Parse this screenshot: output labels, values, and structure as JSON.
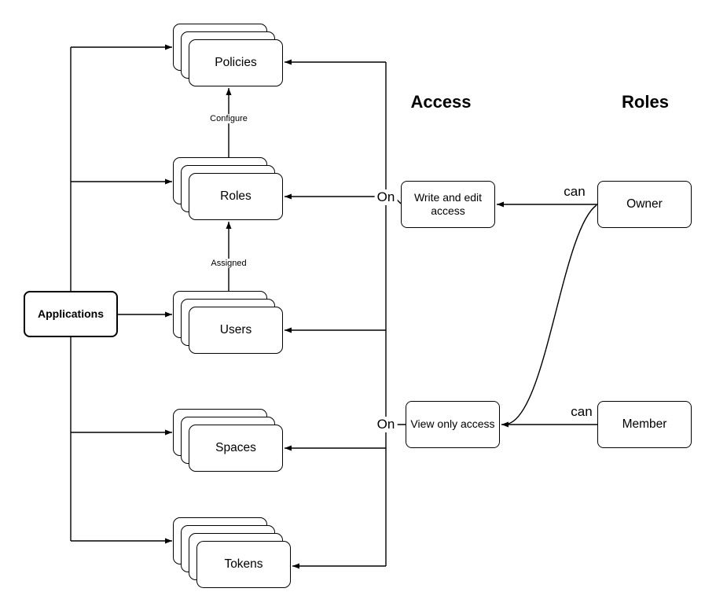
{
  "headings": {
    "access": "Access",
    "roles": "Roles"
  },
  "nodes": {
    "applications": {
      "label": "Applications"
    },
    "policies": {
      "label": "Policies"
    },
    "roles": {
      "label": "Roles"
    },
    "users": {
      "label": "Users"
    },
    "spaces": {
      "label": "Spaces"
    },
    "tokens": {
      "label": "Tokens"
    },
    "write_access": {
      "label": "Write and edit access"
    },
    "view_access": {
      "label": "View only access"
    },
    "owner": {
      "label": "Owner"
    },
    "member": {
      "label": "Member"
    }
  },
  "edge_labels": {
    "configure": "Configure",
    "assigned": "Assigned",
    "on_upper": "On",
    "on_lower": "On",
    "can_upper": "can",
    "can_lower": "can"
  },
  "colors": {
    "stroke": "#000000",
    "node_fill": "#ffffff",
    "text": "#000000",
    "background": "#ffffff"
  }
}
